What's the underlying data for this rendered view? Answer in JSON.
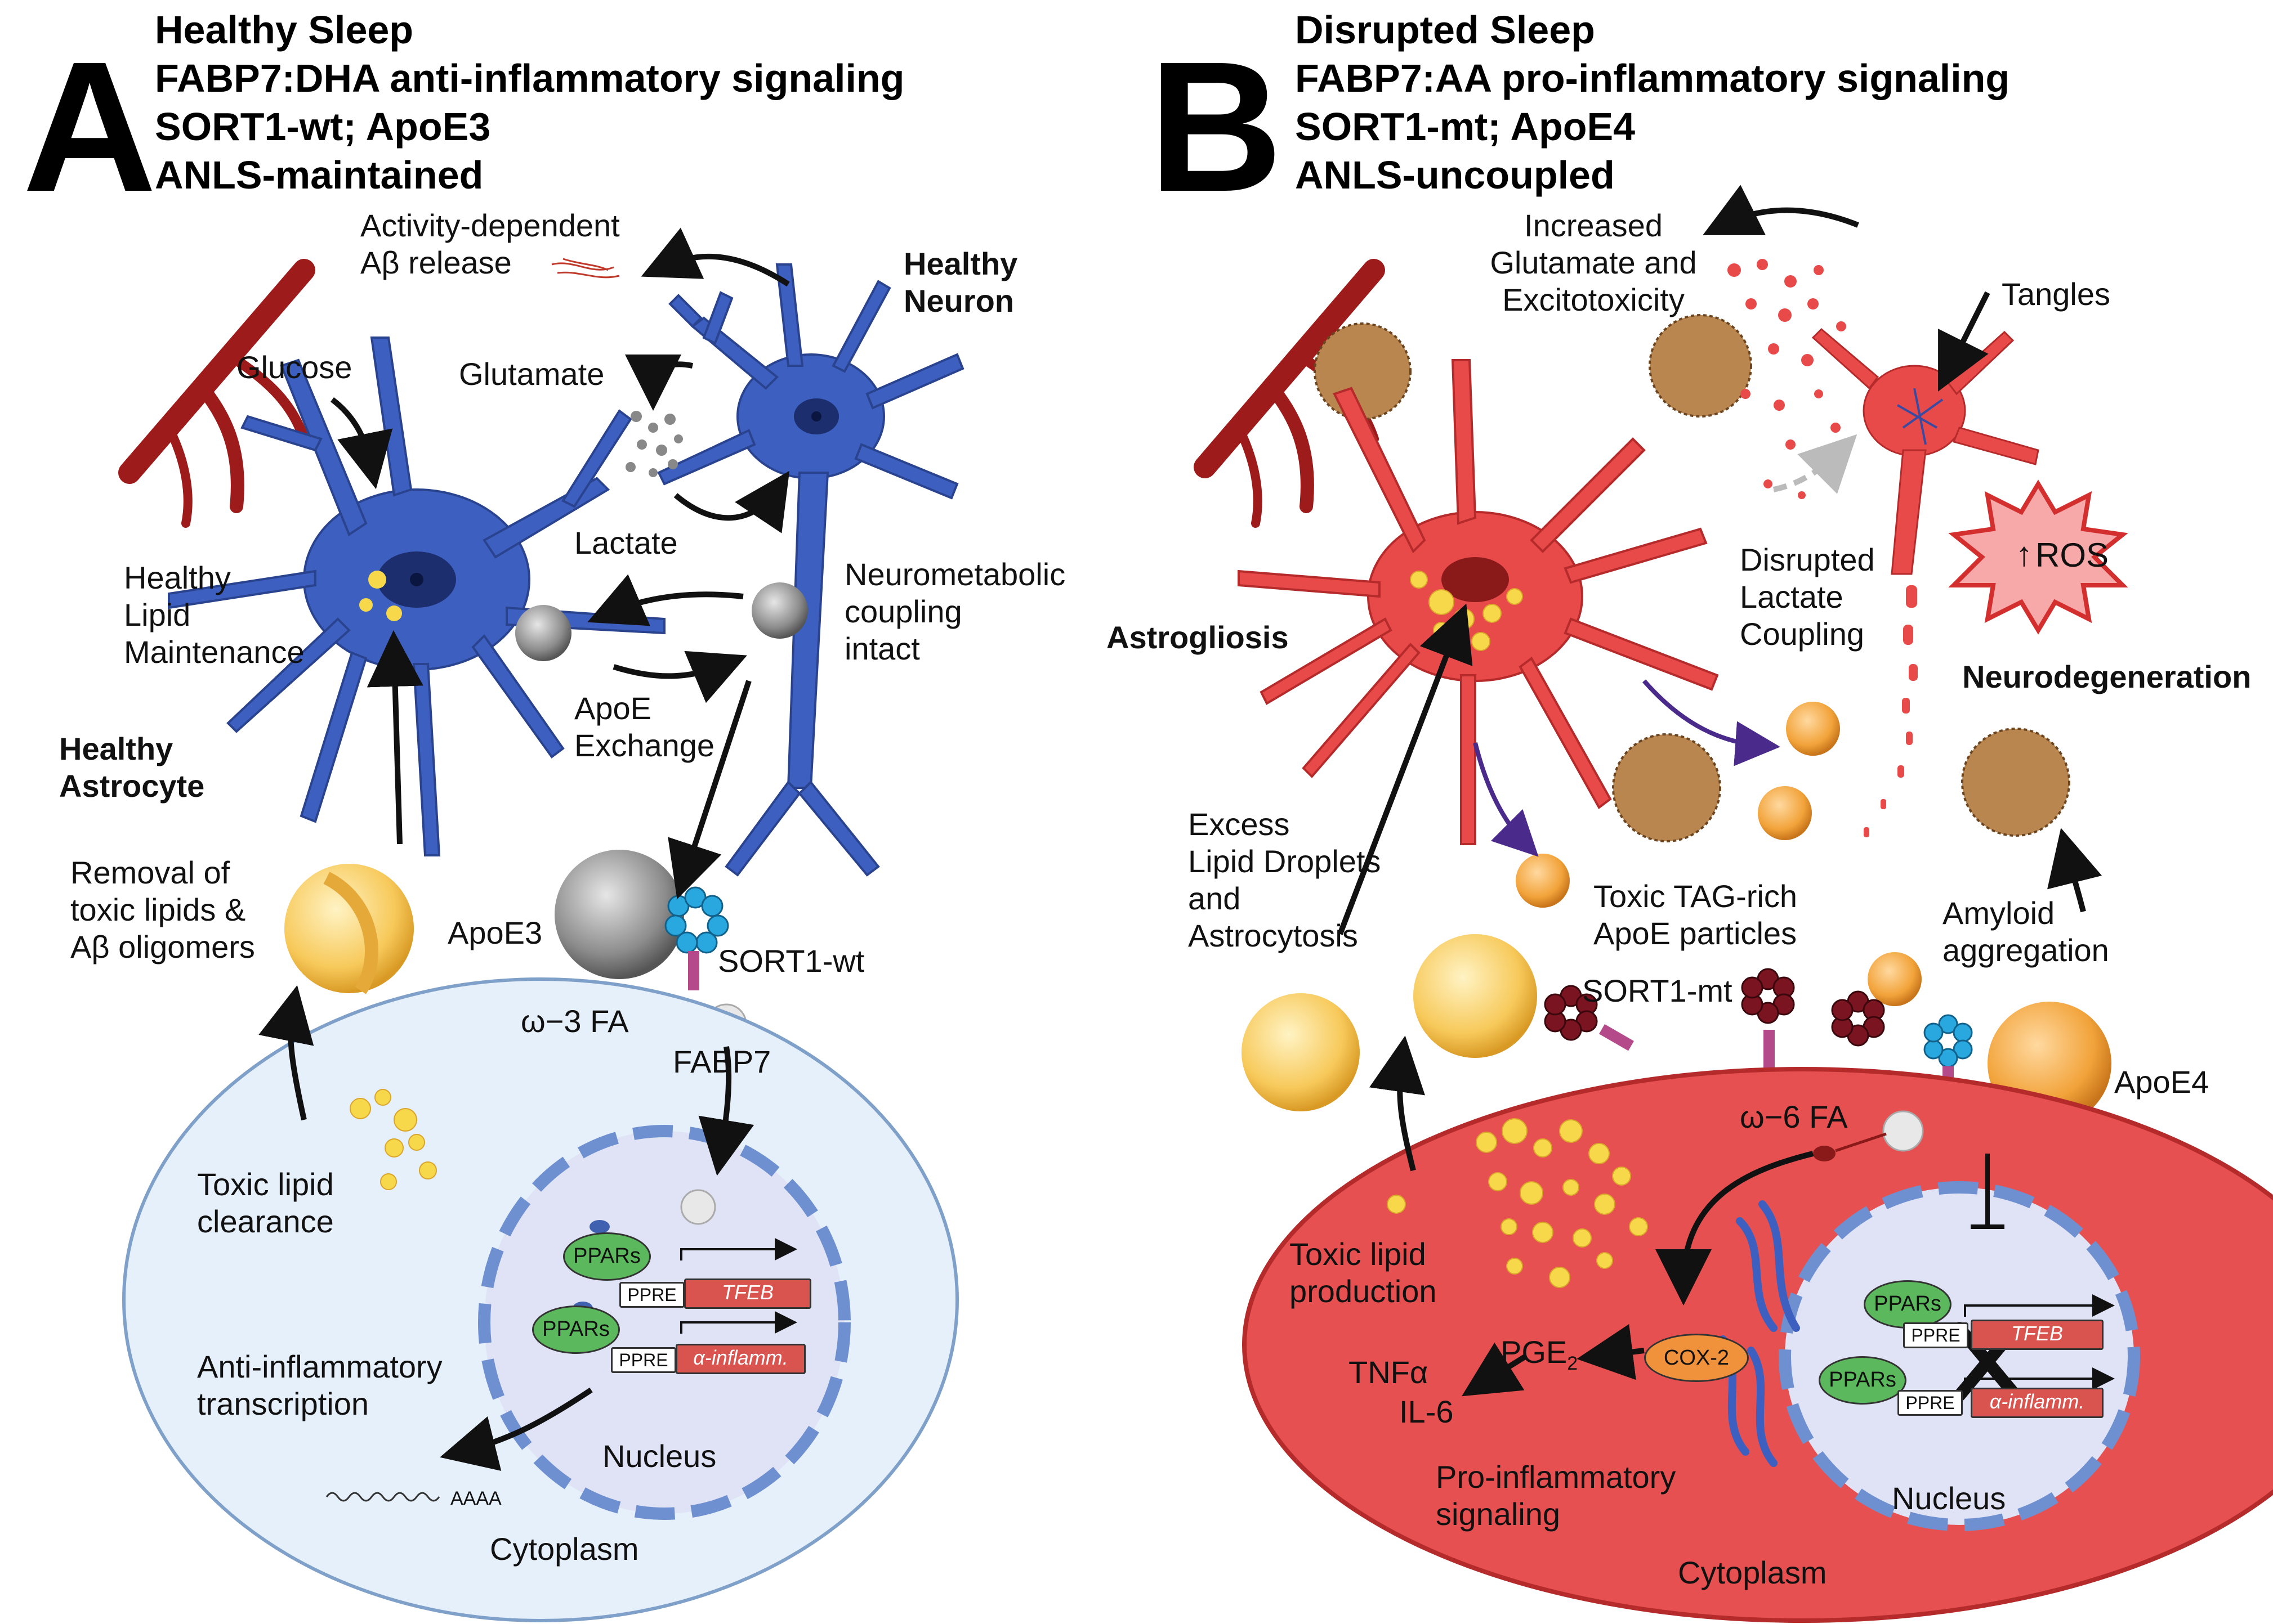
{
  "panel_a": {
    "letter": "A",
    "header": [
      "Healthy Sleep",
      "FABP7:DHA anti-inflammatory signaling",
      "SORT1-wt; ApoE3",
      "ANLS-maintained"
    ],
    "activity_release": [
      "Activity-dependent",
      "Aβ release"
    ],
    "healthy_neuron": [
      "Healthy",
      "Neuron"
    ],
    "glucose": "Glucose",
    "glutamate": "Glutamate",
    "lactate": "Lactate",
    "lipid_maintenance": [
      "Healthy",
      "Lipid",
      "Maintenance"
    ],
    "neurometabolic": [
      "Neurometabolic",
      "coupling",
      "intact"
    ],
    "apoe_exchange": [
      "ApoE",
      "Exchange"
    ],
    "healthy_astrocyte": [
      "Healthy",
      "Astrocyte"
    ],
    "removal": [
      "Removal of",
      "toxic lipids &",
      "Aβ oligomers"
    ],
    "apoe3": "ApoE3",
    "sort1_wt": "SORT1-wt",
    "omega3": "ω−3 FA",
    "fabp7": "FABP7",
    "toxic_clearance": [
      "Toxic lipid",
      "clearance"
    ],
    "ppars_1": "PPARs",
    "ppars_2": "PPARs",
    "ppre_1": "PPRE",
    "ppre_2": "PPRE",
    "tfeb": "TFEB",
    "a_inflamm": "α-inflamm.",
    "anti_inflam": [
      "Anti-inflammatory",
      "transcription"
    ],
    "nucleus": "Nucleus",
    "aaaa": "AAAA",
    "cytoplasm": "Cytoplasm"
  },
  "panel_b": {
    "letter": "B",
    "header": [
      "Disrupted Sleep",
      "FABP7:AA pro-inflammatory signaling",
      "SORT1-mt; ApoE4",
      "ANLS-uncoupled"
    ],
    "glutamate_excito": [
      "Increased",
      "Glutamate and",
      "Excitotoxicity"
    ],
    "tangles": "Tangles",
    "ros": "ROS",
    "disrupted_lactate": [
      "Disrupted",
      "Lactate",
      "Coupling"
    ],
    "astrogliosis": "Astrogliosis",
    "neurodegeneration": "Neurodegeneration",
    "excess_lipid": [
      "Excess",
      "Lipid Droplets",
      "and",
      "Astrocytosis"
    ],
    "toxic_tag": [
      "Toxic TAG-rich",
      "ApoE particles"
    ],
    "amyloid": [
      "Amyloid",
      "aggregation"
    ],
    "sort1_mt": "SORT1-mt",
    "apoe4": "ApoE4",
    "omega6": "ω−6 FA",
    "toxic_production": [
      "Toxic lipid",
      "production"
    ],
    "pge2": "PGE",
    "pge2_sub": "2",
    "tnfa": "TNFα",
    "il6": "IL-6",
    "cox2": "COX-2",
    "ppars_1": "PPARs",
    "ppars_2": "PPARs",
    "ppre_1": "PPRE",
    "ppre_2": "PPRE",
    "tfeb": "TFEB",
    "a_inflamm": "α-inflamm.",
    "pro_inflam": [
      "Pro-inflammatory",
      "signaling"
    ],
    "nucleus": "Nucleus",
    "cytoplasm": "Cytoplasm"
  },
  "colors": {
    "healthy_cell": "#3d5fbf",
    "disrupted_cell": "#e84a4a",
    "vessel": "#9e1b1b",
    "cytoplasm_a": "#e6f0fb",
    "cytoplasm_b": "#e65050",
    "nucleus_a": "#dfe3f5",
    "nucleus_b": "#dfe3f5",
    "lipid": "#f7c95a",
    "apoe4_particle": "#f2a33a"
  }
}
